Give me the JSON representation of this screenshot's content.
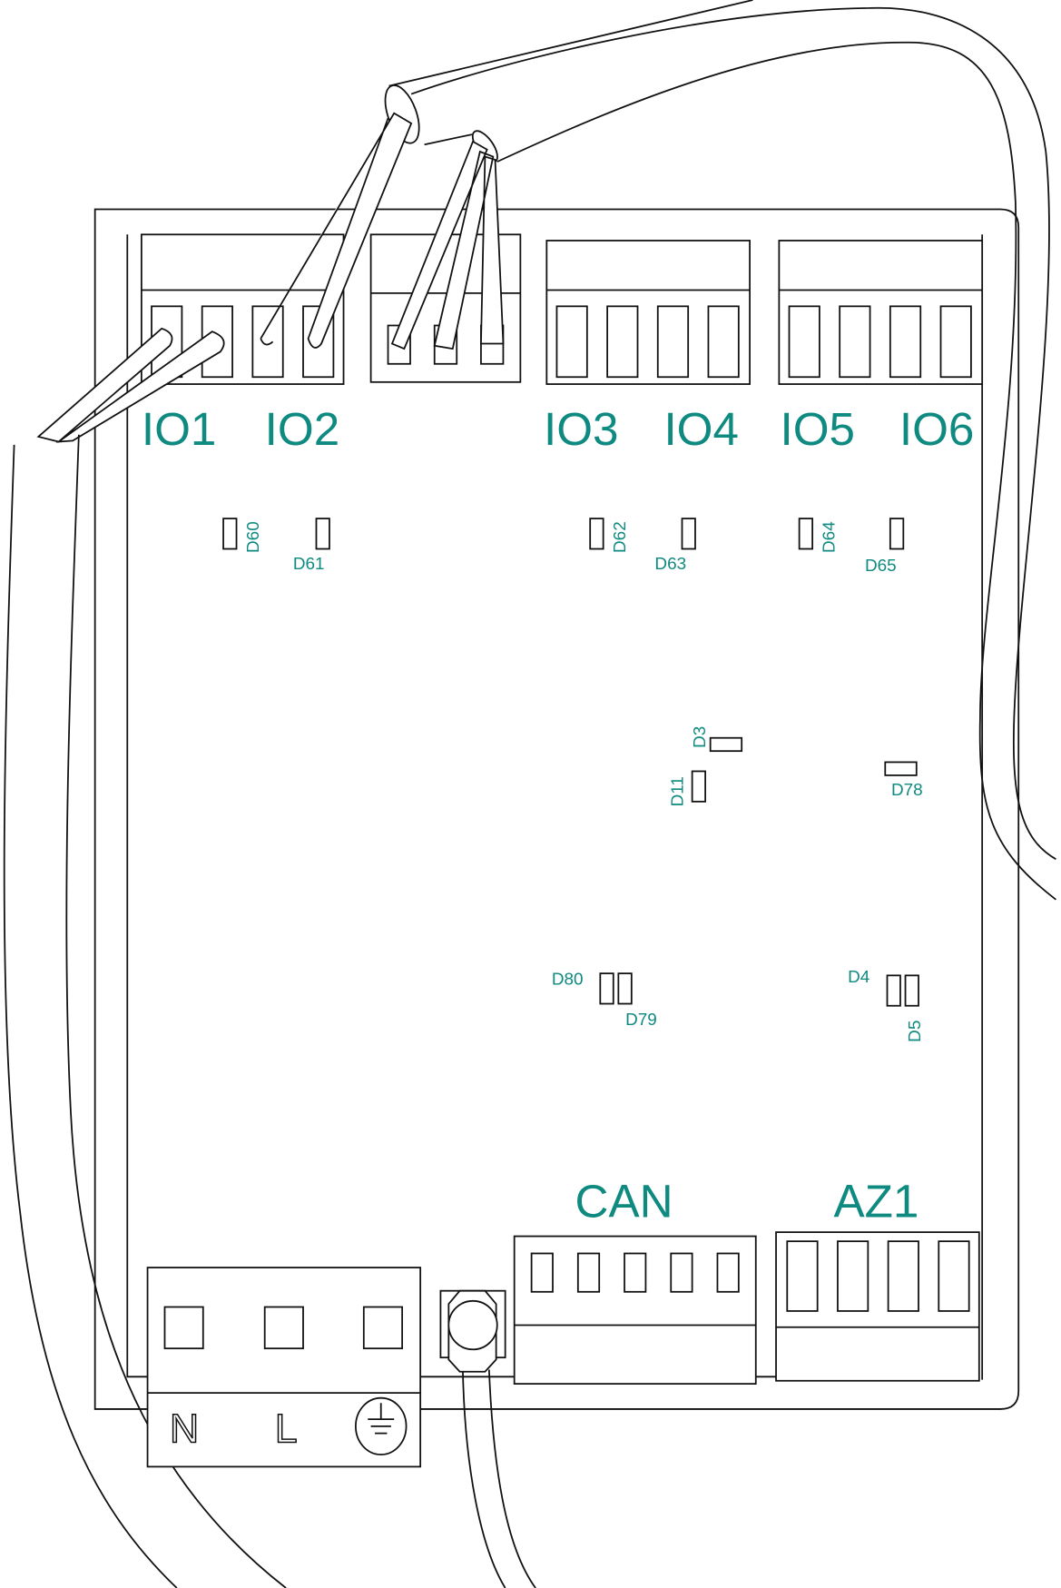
{
  "colors": {
    "label": "#0e8a80",
    "line": "#111111"
  },
  "connectors": {
    "io1": "IO1",
    "io2": "IO2",
    "io3": "IO3",
    "io4": "IO4",
    "io5": "IO5",
    "io6": "IO6",
    "can": "CAN",
    "az1": "AZ1"
  },
  "leds": {
    "d60": "D60",
    "d61": "D61",
    "d62": "D62",
    "d63": "D63",
    "d64": "D64",
    "d65": "D65",
    "d3": "D3",
    "d11": "D11",
    "d78": "D78",
    "d80": "D80",
    "d79": "D79",
    "d4": "D4",
    "d5": "D5"
  },
  "power": {
    "n": "N",
    "l": "L",
    "earth": "earth-icon"
  }
}
